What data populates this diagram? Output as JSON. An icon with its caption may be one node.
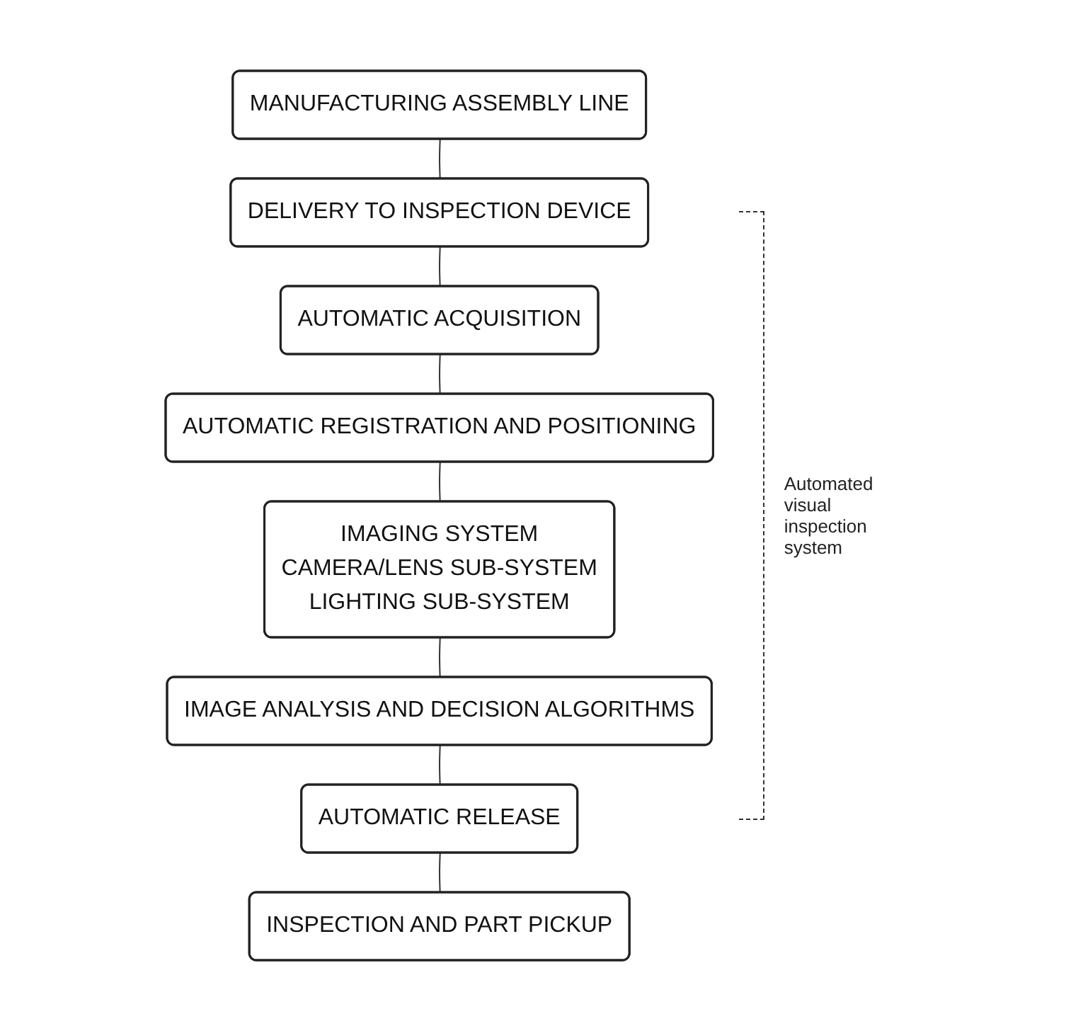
{
  "diagram": {
    "nodes": [
      {
        "text": [
          "MANUFACTURING ASSEMBLY LINE"
        ]
      },
      {
        "text": [
          "DELIVERY TO INSPECTION DEVICE"
        ]
      },
      {
        "text": [
          "AUTOMATIC ACQUISITION"
        ]
      },
      {
        "text": [
          "AUTOMATIC REGISTRATION AND POSITIONING"
        ]
      },
      {
        "text": [
          "IMAGING SYSTEM",
          "CAMERA/LENS SUB-SYSTEM",
          "LIGHTING SUB-SYSTEM"
        ]
      },
      {
        "text": [
          "IMAGE ANALYSIS AND DECISION ALGORITHMS"
        ]
      },
      {
        "text": [
          "AUTOMATIC RELEASE"
        ]
      },
      {
        "text": [
          "INSPECTION AND PART PICKUP"
        ]
      }
    ],
    "edges": [
      {
        "from": 0,
        "to": 1,
        "arrow": "none"
      },
      {
        "from": 1,
        "to": 2,
        "arrow": "none"
      },
      {
        "from": 2,
        "to": 3,
        "arrow": "none"
      },
      {
        "from": 3,
        "to": 4,
        "arrow": "none"
      },
      {
        "from": 4,
        "to": 5,
        "arrow": "none"
      },
      {
        "from": 5,
        "to": 6,
        "arrow": "none"
      },
      {
        "from": 6,
        "to": 7,
        "arrow": "none"
      }
    ],
    "labels": [
      "Automated visual inspection system"
    ]
  }
}
